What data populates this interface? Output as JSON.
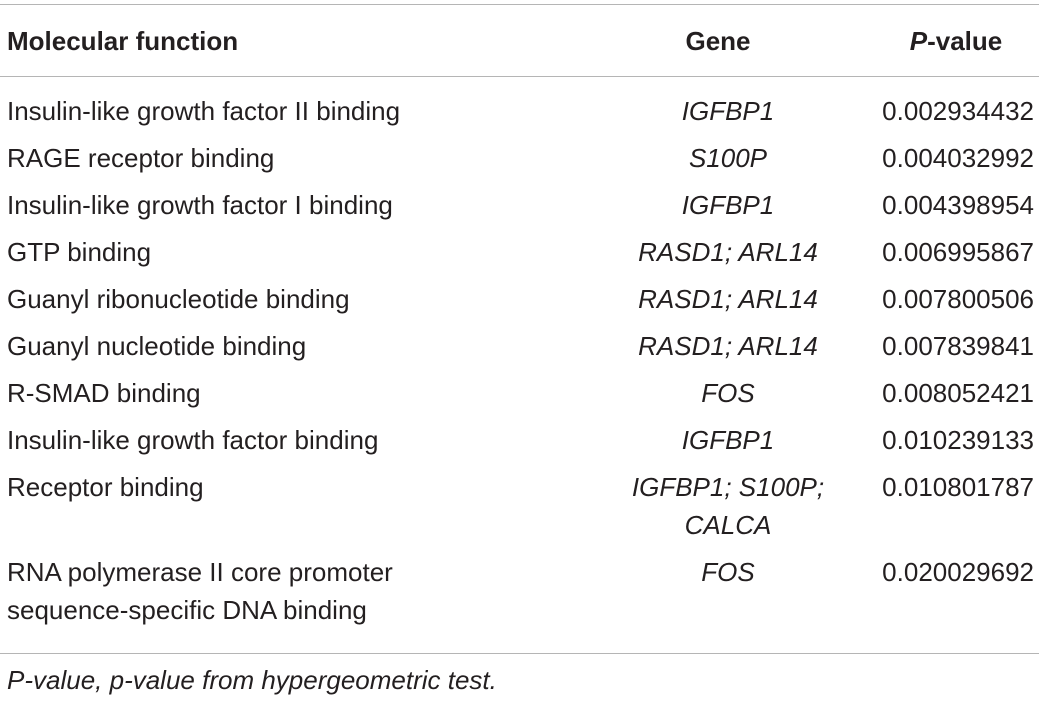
{
  "table": {
    "headers": {
      "function": "Molecular function",
      "gene": "Gene",
      "pvalue_italic": "P",
      "pvalue_rest": "-value"
    },
    "rows": [
      {
        "function": [
          "Insulin-like growth factor II binding"
        ],
        "gene": [
          "IGFBP1"
        ],
        "pvalue": "0.002934432"
      },
      {
        "function": [
          "RAGE receptor binding"
        ],
        "gene": [
          "S100P"
        ],
        "pvalue": "0.004032992"
      },
      {
        "function": [
          "Insulin-like growth factor I binding"
        ],
        "gene": [
          "IGFBP1"
        ],
        "pvalue": "0.004398954"
      },
      {
        "function": [
          "GTP binding"
        ],
        "gene": [
          "RASD1; ARL14"
        ],
        "pvalue": "0.006995867"
      },
      {
        "function": [
          "Guanyl ribonucleotide binding"
        ],
        "gene": [
          "RASD1; ARL14"
        ],
        "pvalue": "0.007800506"
      },
      {
        "function": [
          "Guanyl nucleotide binding"
        ],
        "gene": [
          "RASD1; ARL14"
        ],
        "pvalue": "0.007839841"
      },
      {
        "function": [
          "R-SMAD binding"
        ],
        "gene": [
          "FOS"
        ],
        "pvalue": "0.008052421"
      },
      {
        "function": [
          "Insulin-like growth factor binding"
        ],
        "gene": [
          "IGFBP1"
        ],
        "pvalue": "0.010239133"
      },
      {
        "function": [
          "Receptor binding"
        ],
        "gene": [
          "IGFBP1; S100P;",
          "CALCA"
        ],
        "pvalue": "0.010801787"
      },
      {
        "function": [
          "RNA polymerase II core promoter",
          "sequence-specific DNA binding"
        ],
        "gene": [
          "FOS"
        ],
        "pvalue": "0.020029692"
      }
    ]
  },
  "footnote": "P-value, p-value from hypergeometric test."
}
